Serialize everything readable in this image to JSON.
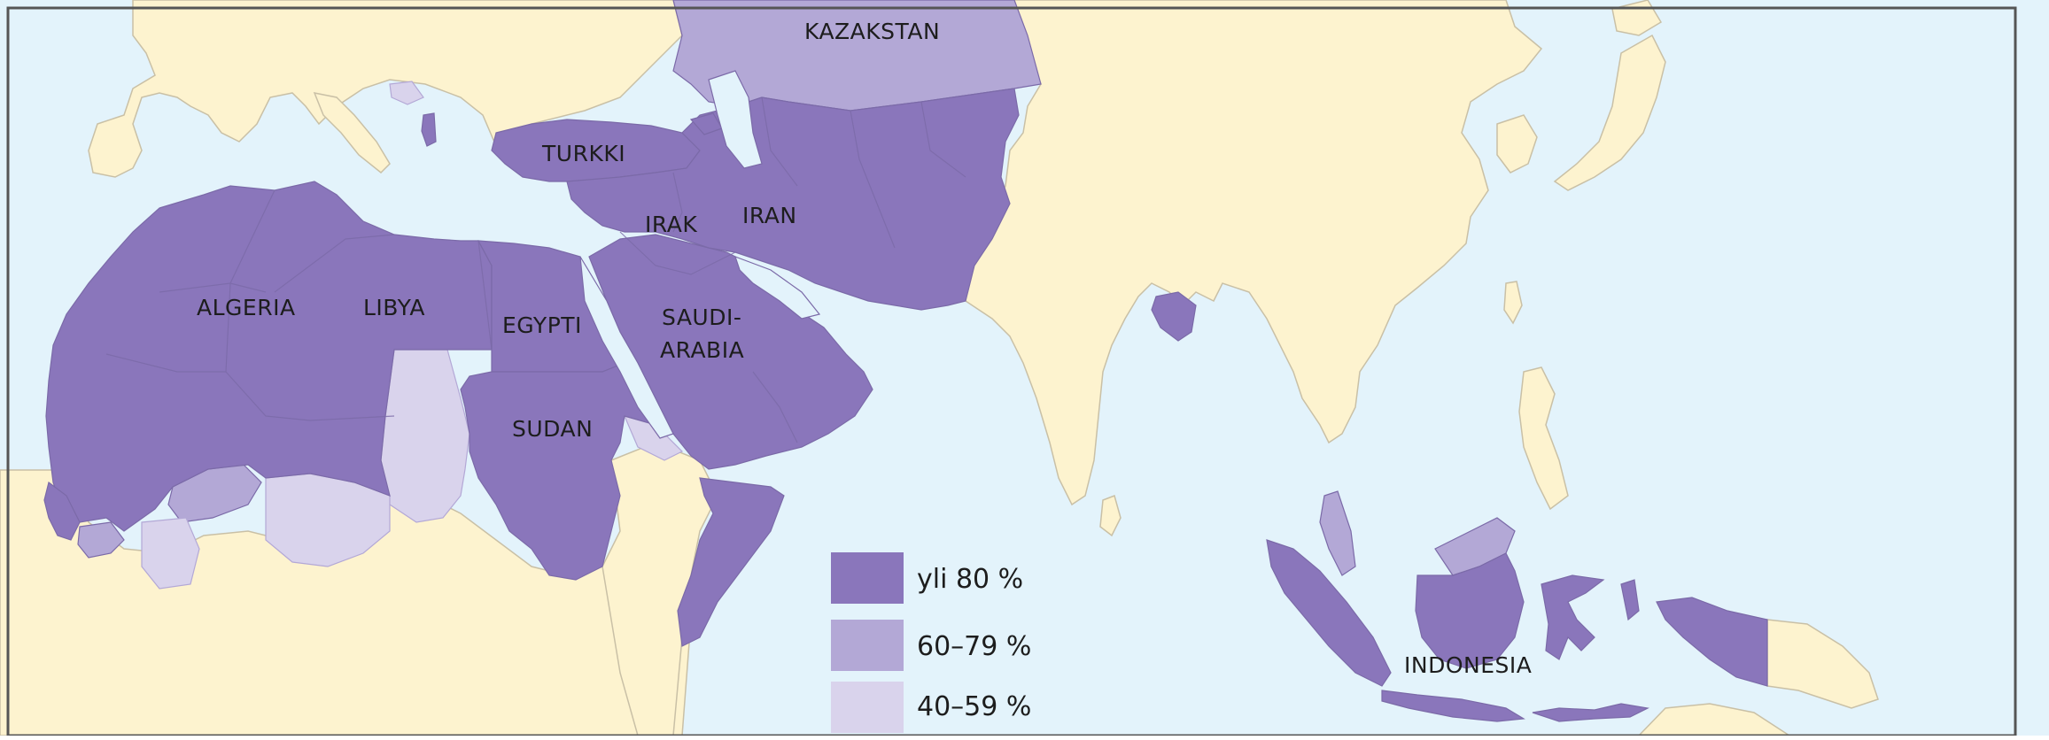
{
  "colors": {
    "sea": "#e3f3fb",
    "other_land": "#fdf3cf",
    "over_80": "#8a76bb",
    "p60_79": "#b3a8d6",
    "p40_59": "#d9d3ec",
    "frame": "#555555"
  },
  "labels": {
    "kazakstan": "KAZAKSTAN",
    "turkki": "TURKKI",
    "irak": "IRAK",
    "iran": "IRAN",
    "algeria": "ALGERIA",
    "libya": "LIBYA",
    "egypti": "EGYPTI",
    "saudi_line1": "SAUDI-",
    "saudi_line2": "ARABIA",
    "sudan": "SUDAN",
    "indonesia": "INDONESIA"
  },
  "legend": {
    "items": [
      {
        "label": "yli 80 %",
        "color": "#8a76bb"
      },
      {
        "label": "60–79 %",
        "color": "#b3a8d6"
      },
      {
        "label": "40–59 %",
        "color": "#d9d3ec"
      }
    ]
  }
}
